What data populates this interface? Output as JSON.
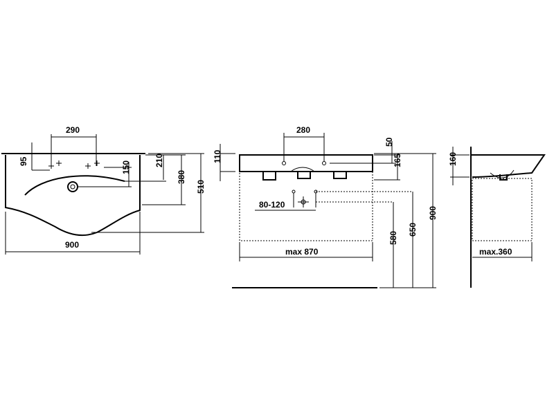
{
  "plan_view": {
    "width": "900",
    "depth_overall": "510",
    "depth_to_tap": "380",
    "depth_to_bowl": "210",
    "tap_hole_spacing": "290",
    "tap_row_offset": "95",
    "tap_depth": "150"
  },
  "front_view": {
    "tap_hole_spacing": "280",
    "rim_thickness": "50",
    "basin_height": "110",
    "basin_depth": "165",
    "siphon_spacing": "80-120",
    "cabinet_width": "max 870",
    "height_580": "580",
    "height_650": "650",
    "height_900": "900"
  },
  "side_view": {
    "basin_height": "160",
    "cabinet_depth": "max.360"
  }
}
